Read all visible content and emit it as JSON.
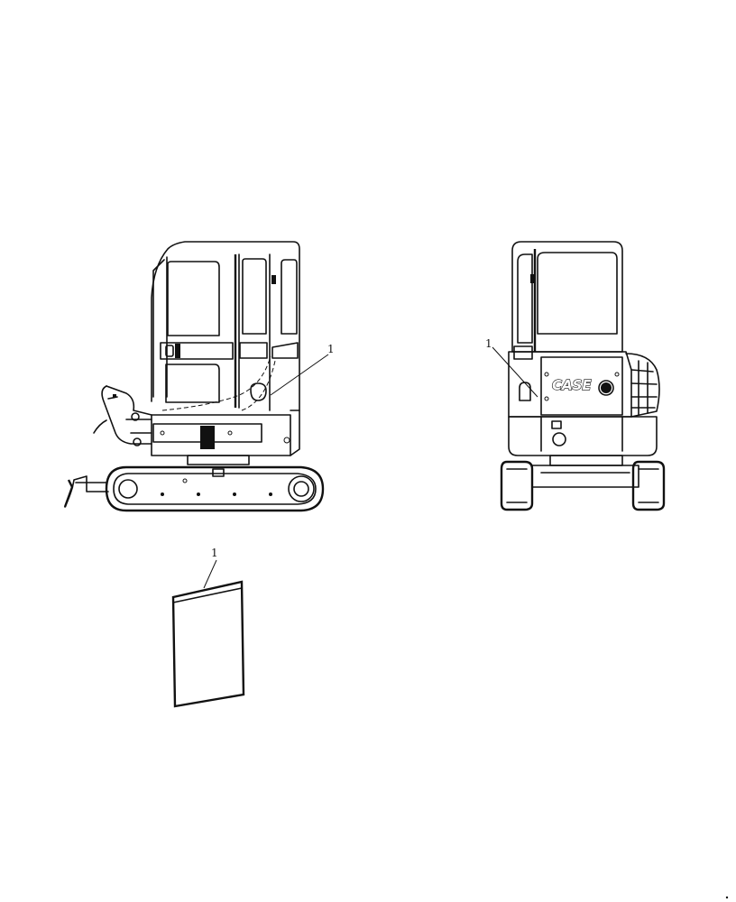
{
  "callouts": {
    "side_view": "1",
    "rear_view": "1",
    "decal_part": "1"
  },
  "machine": {
    "brand_text": "CASE"
  }
}
